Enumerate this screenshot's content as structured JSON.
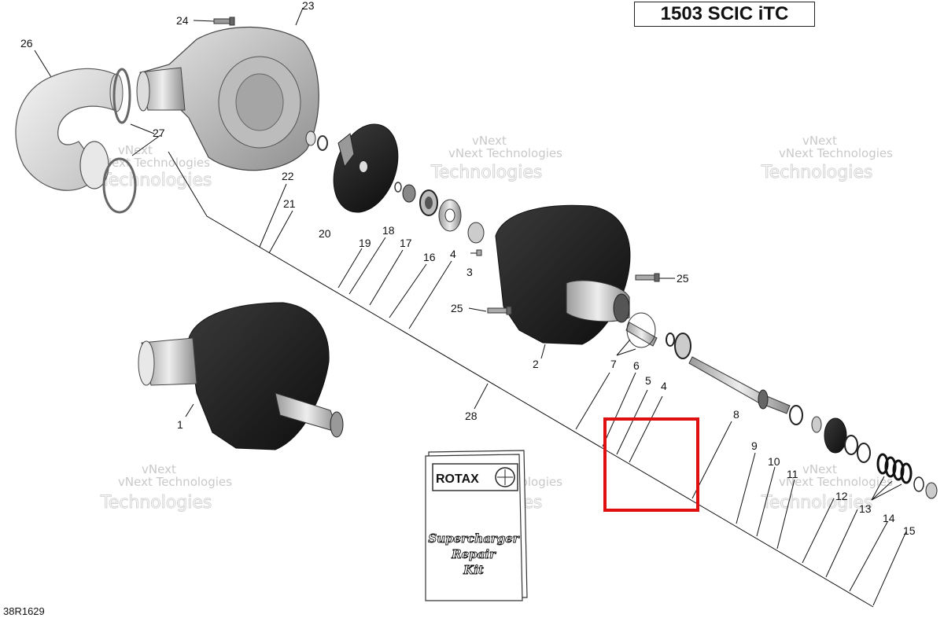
{
  "diagram": {
    "title": "1503 SCIC iTC",
    "code": "38R1629",
    "watermark": {
      "line1": "vNext",
      "line2": "Technologies",
      "line3": "vNext Technologies"
    },
    "kit": {
      "brand": "ROTAX",
      "line1": "Supercharger",
      "line2": "Repair",
      "line3": "Kit"
    },
    "callouts": [
      "1",
      "2",
      "3",
      "4",
      "4",
      "5",
      "6",
      "7",
      "8",
      "9",
      "10",
      "11",
      "12",
      "13",
      "14",
      "15",
      "16",
      "17",
      "18",
      "19",
      "20",
      "21",
      "22",
      "23",
      "24",
      "25",
      "25",
      "26",
      "27",
      "28"
    ],
    "highlight_color": "#e01010"
  }
}
